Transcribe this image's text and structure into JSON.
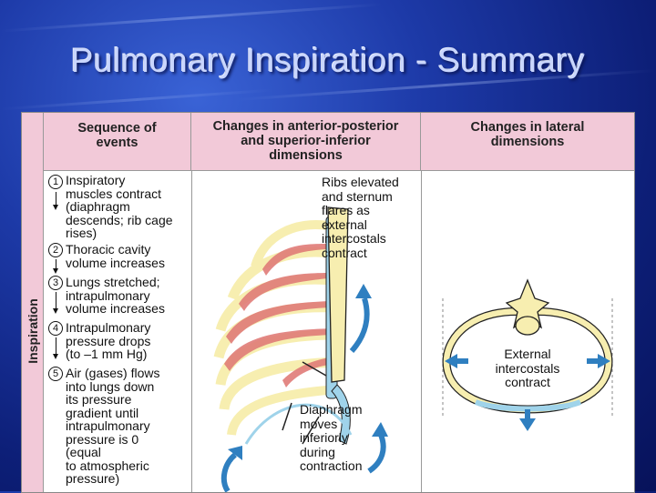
{
  "slide": {
    "title": "Pulmonary Inspiration - Summary"
  },
  "figure": {
    "side_label": "Inspiration",
    "headers": {
      "sequence": [
        "Sequence of",
        "events"
      ],
      "anterior": [
        "Changes in anterior-posterior",
        "and superior-inferior",
        "dimensions"
      ],
      "lateral": [
        "Changes in lateral",
        "dimensions"
      ]
    },
    "steps": [
      {
        "num": "1",
        "lines": [
          "Inspiratory",
          "muscles contract",
          "(diaphragm",
          "descends; rib cage",
          "rises)"
        ]
      },
      {
        "num": "2",
        "lines": [
          "Thoracic cavity",
          "volume increases"
        ]
      },
      {
        "num": "3",
        "lines": [
          "Lungs stretched;",
          "intrapulmonary",
          "volume increases"
        ]
      },
      {
        "num": "4",
        "lines": [
          "Intrapulmonary",
          "pressure drops",
          "(to –1 mm Hg)"
        ]
      },
      {
        "num": "5",
        "lines": [
          "Air (gases) flows",
          "into lungs down",
          "its pressure",
          "gradient until",
          "intrapulmonary",
          "pressure is 0",
          "(equal",
          "to atmospheric",
          "pressure)"
        ]
      }
    ],
    "labels": {
      "ribs": [
        "Ribs elevated",
        "and sternum",
        "flares as",
        "external",
        "intercostals",
        "contract"
      ],
      "diaphragm": [
        "Diaphragm",
        "moves",
        "inferiorly",
        "during",
        "contraction"
      ],
      "external": [
        "External",
        "intercostals",
        "contract"
      ]
    },
    "colors": {
      "header": "#f2c9d8",
      "bone": "#f7eeb0",
      "cartilage": "#9fd3ea",
      "muscle": "#e07c78",
      "arrow": "#2f7fc0"
    }
  }
}
